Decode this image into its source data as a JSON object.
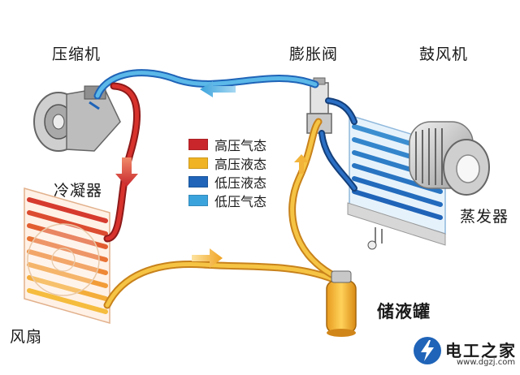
{
  "labels": {
    "compressor": "压缩机",
    "expansion_valve": "膨胀阀",
    "blower": "鼓风机",
    "condenser": "冷凝器",
    "evaporator": "蒸发器",
    "receiver_drier": "储液罐",
    "fan": "风扇"
  },
  "legend": [
    {
      "label": "高压气态",
      "color": "#c8262b"
    },
    {
      "label": "高压液态",
      "color": "#f0b323"
    },
    {
      "label": "低压液态",
      "color": "#1f64b8"
    },
    {
      "label": "低压气态",
      "color": "#3ba3dc"
    }
  ],
  "brand": {
    "name": "电工之家",
    "url": "www.dgzj.com"
  }
}
